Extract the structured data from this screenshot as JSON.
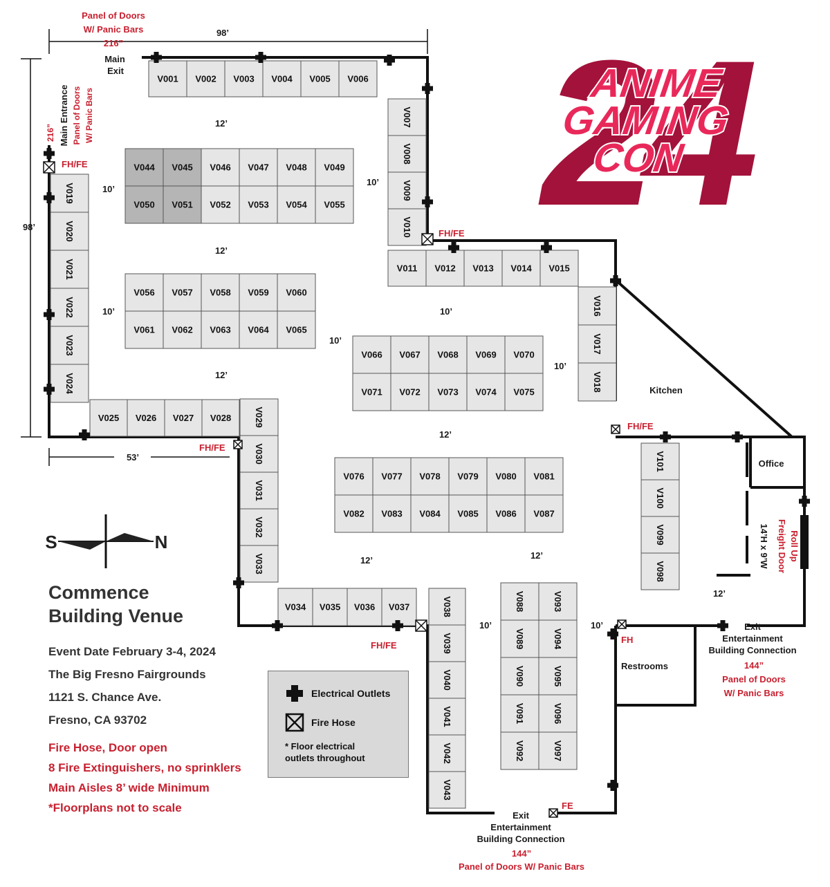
{
  "map": {
    "title_lines": [
      "Commence",
      "Building Venue"
    ],
    "event_info": [
      "Event Date February 3-4, 2024",
      "The Big Fresno Fairgrounds",
      "1121 S. Chance Ave.",
      "Fresno, CA 93702"
    ],
    "notes": [
      "Fire Hose, Door open",
      "8 Fire Extinguishers, no sprinklers",
      "Main Aisles 8’ wide Minimum",
      "*Floorplans not to scale"
    ],
    "legend": {
      "outlet_label": "Electrical Outlets",
      "hose_label": "Fire Hose",
      "note_lines": [
        "* Floor electrical",
        "outlets throughout"
      ]
    },
    "logo": {
      "number": "24",
      "line1": "ANIME",
      "line2": "GAMING",
      "line3": "CON"
    },
    "compass": {
      "left": "S",
      "right": "N"
    },
    "dimensions": {
      "top_width": "98’",
      "left_height": "98’",
      "bottom_left_width": "53’"
    },
    "doors": {
      "top_panel": [
        "Panel of Doors",
        "W/ Panic Bars",
        "216”"
      ],
      "main_exit": [
        "Main",
        "Exit"
      ],
      "main_entrance": [
        "216”",
        "Main Entrance",
        "Panel of Doors",
        "W/ Panic Bars"
      ],
      "exit_bottom": [
        "Exit",
        "Entertainment",
        "Building Connection"
      ],
      "exit_bottom_panel": [
        "144”",
        "Panel of Doors W/ Panic Bars"
      ],
      "exit_right": [
        "Exit",
        "Entertainment",
        "Building Connection"
      ],
      "exit_right_panel": [
        "144”",
        "Panel of Doors",
        "W/ Panic Bars"
      ],
      "freight": [
        "Roll Up",
        "Freight Door"
      ],
      "freight_size": "14’H x 9’W"
    },
    "rooms": {
      "kitchen": "Kitchen",
      "office": "Office",
      "restrooms": "Restrooms"
    },
    "safety_labels": {
      "fhfe": "FH/FE",
      "fh": "FH",
      "fe": "FE"
    },
    "aisle_labels": {
      "twelve": "12’",
      "ten": "10’"
    },
    "booths": {
      "row_top": [
        "V001",
        "V002",
        "V003",
        "V004",
        "V005",
        "V006"
      ],
      "col_v007": [
        "V007",
        "V008",
        "V009",
        "V010"
      ],
      "block_a_top": [
        "V044",
        "V045",
        "V046",
        "V047",
        "V048",
        "V049"
      ],
      "block_a_bottom": [
        "V050",
        "V051",
        "V052",
        "V053",
        "V054",
        "V055"
      ],
      "block_b_top": [
        "V056",
        "V057",
        "V058",
        "V059",
        "V060"
      ],
      "block_b_bottom": [
        "V061",
        "V062",
        "V063",
        "V064",
        "V065"
      ],
      "col_left": [
        "V019",
        "V020",
        "V021",
        "V022",
        "V023",
        "V024"
      ],
      "row_v025": [
        "V025",
        "V026",
        "V027",
        "V028"
      ],
      "col_v029": [
        "V029",
        "V030",
        "V031",
        "V032",
        "V033"
      ],
      "row_v011": [
        "V011",
        "V012",
        "V013",
        "V014",
        "V015"
      ],
      "col_v016": [
        "V016",
        "V017",
        "V018"
      ],
      "block_c_top": [
        "V066",
        "V067",
        "V068",
        "V069",
        "V070"
      ],
      "block_c_bottom": [
        "V071",
        "V072",
        "V073",
        "V074",
        "V075"
      ],
      "block_d_top": [
        "V076",
        "V077",
        "V078",
        "V079",
        "V080",
        "V081"
      ],
      "block_d_bottom": [
        "V082",
        "V083",
        "V084",
        "V085",
        "V086",
        "V087"
      ],
      "row_v034": [
        "V034",
        "V035",
        "V036",
        "V037"
      ],
      "col_v038": [
        "V038",
        "V039",
        "V040",
        "V041",
        "V042",
        "V043"
      ],
      "col_v088": [
        "V088",
        "V089",
        "V090",
        "V091",
        "V092"
      ],
      "col_v093": [
        "V093",
        "V094",
        "V095",
        "V096",
        "V097"
      ],
      "col_v101": [
        "V101",
        "V100",
        "V099",
        "V098"
      ]
    },
    "colors": {
      "accent_red": "#c8202f",
      "logo_maroon": "#a3123a",
      "booth_fill": "#e6e6e6",
      "booth_dark": "#b5b5b5"
    }
  }
}
